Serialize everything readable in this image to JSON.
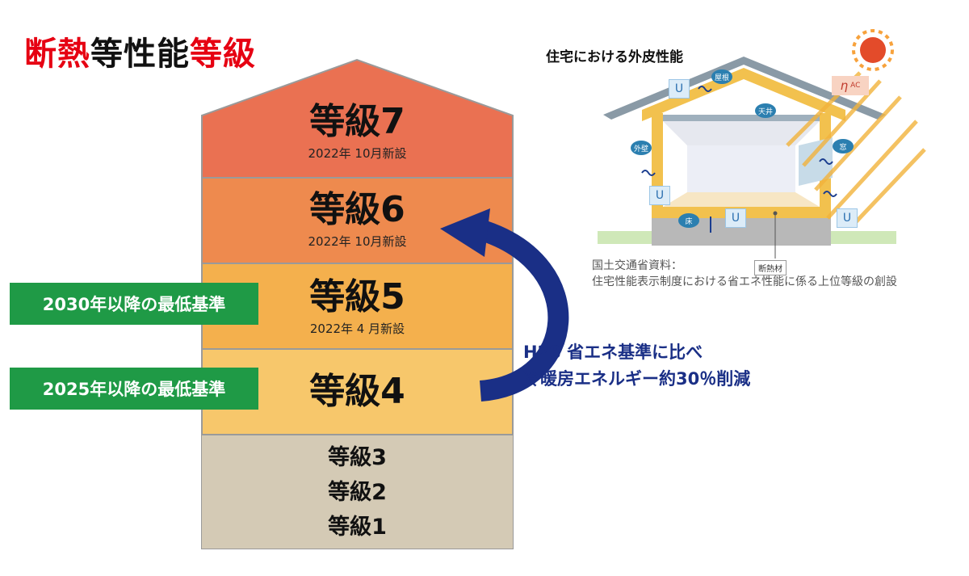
{
  "title": {
    "part1": "断熱",
    "part2": "等性能",
    "part3": "等級"
  },
  "tiers": [
    {
      "label": "等級7",
      "note": "2022年 10月新設",
      "color": "#ea7152"
    },
    {
      "label": "等級6",
      "note": "2022年 10月新設",
      "color": "#ee8a4e"
    },
    {
      "label": "等級5",
      "note": "2022年 4 月新設",
      "color": "#f4b04d"
    },
    {
      "label": "等級4",
      "note": "",
      "color": "#f7c76b"
    }
  ],
  "lower_tiers": [
    "等級3",
    "等級2",
    "等級1"
  ],
  "standards": [
    {
      "label": "2030年以降の最低基準"
    },
    {
      "label": "2025年以降の最低基準"
    }
  ],
  "saving": {
    "line1": "H28 省エネ基準に比べ",
    "line2": "冷暖房エネルギー約30％削減"
  },
  "illustration": {
    "title": "住宅における外皮性能",
    "labels": {
      "roof": "屋根",
      "ceiling": "天井",
      "wall": "外壁",
      "window": "窓",
      "floor": "床",
      "insulation": "断熱材",
      "u": "U",
      "eta": "η",
      "ac": "AC"
    }
  },
  "source": {
    "line1": "国土交通省資料：",
    "line2": "住宅性能表示制度における省エネ性能に係る上位等級の創設"
  }
}
